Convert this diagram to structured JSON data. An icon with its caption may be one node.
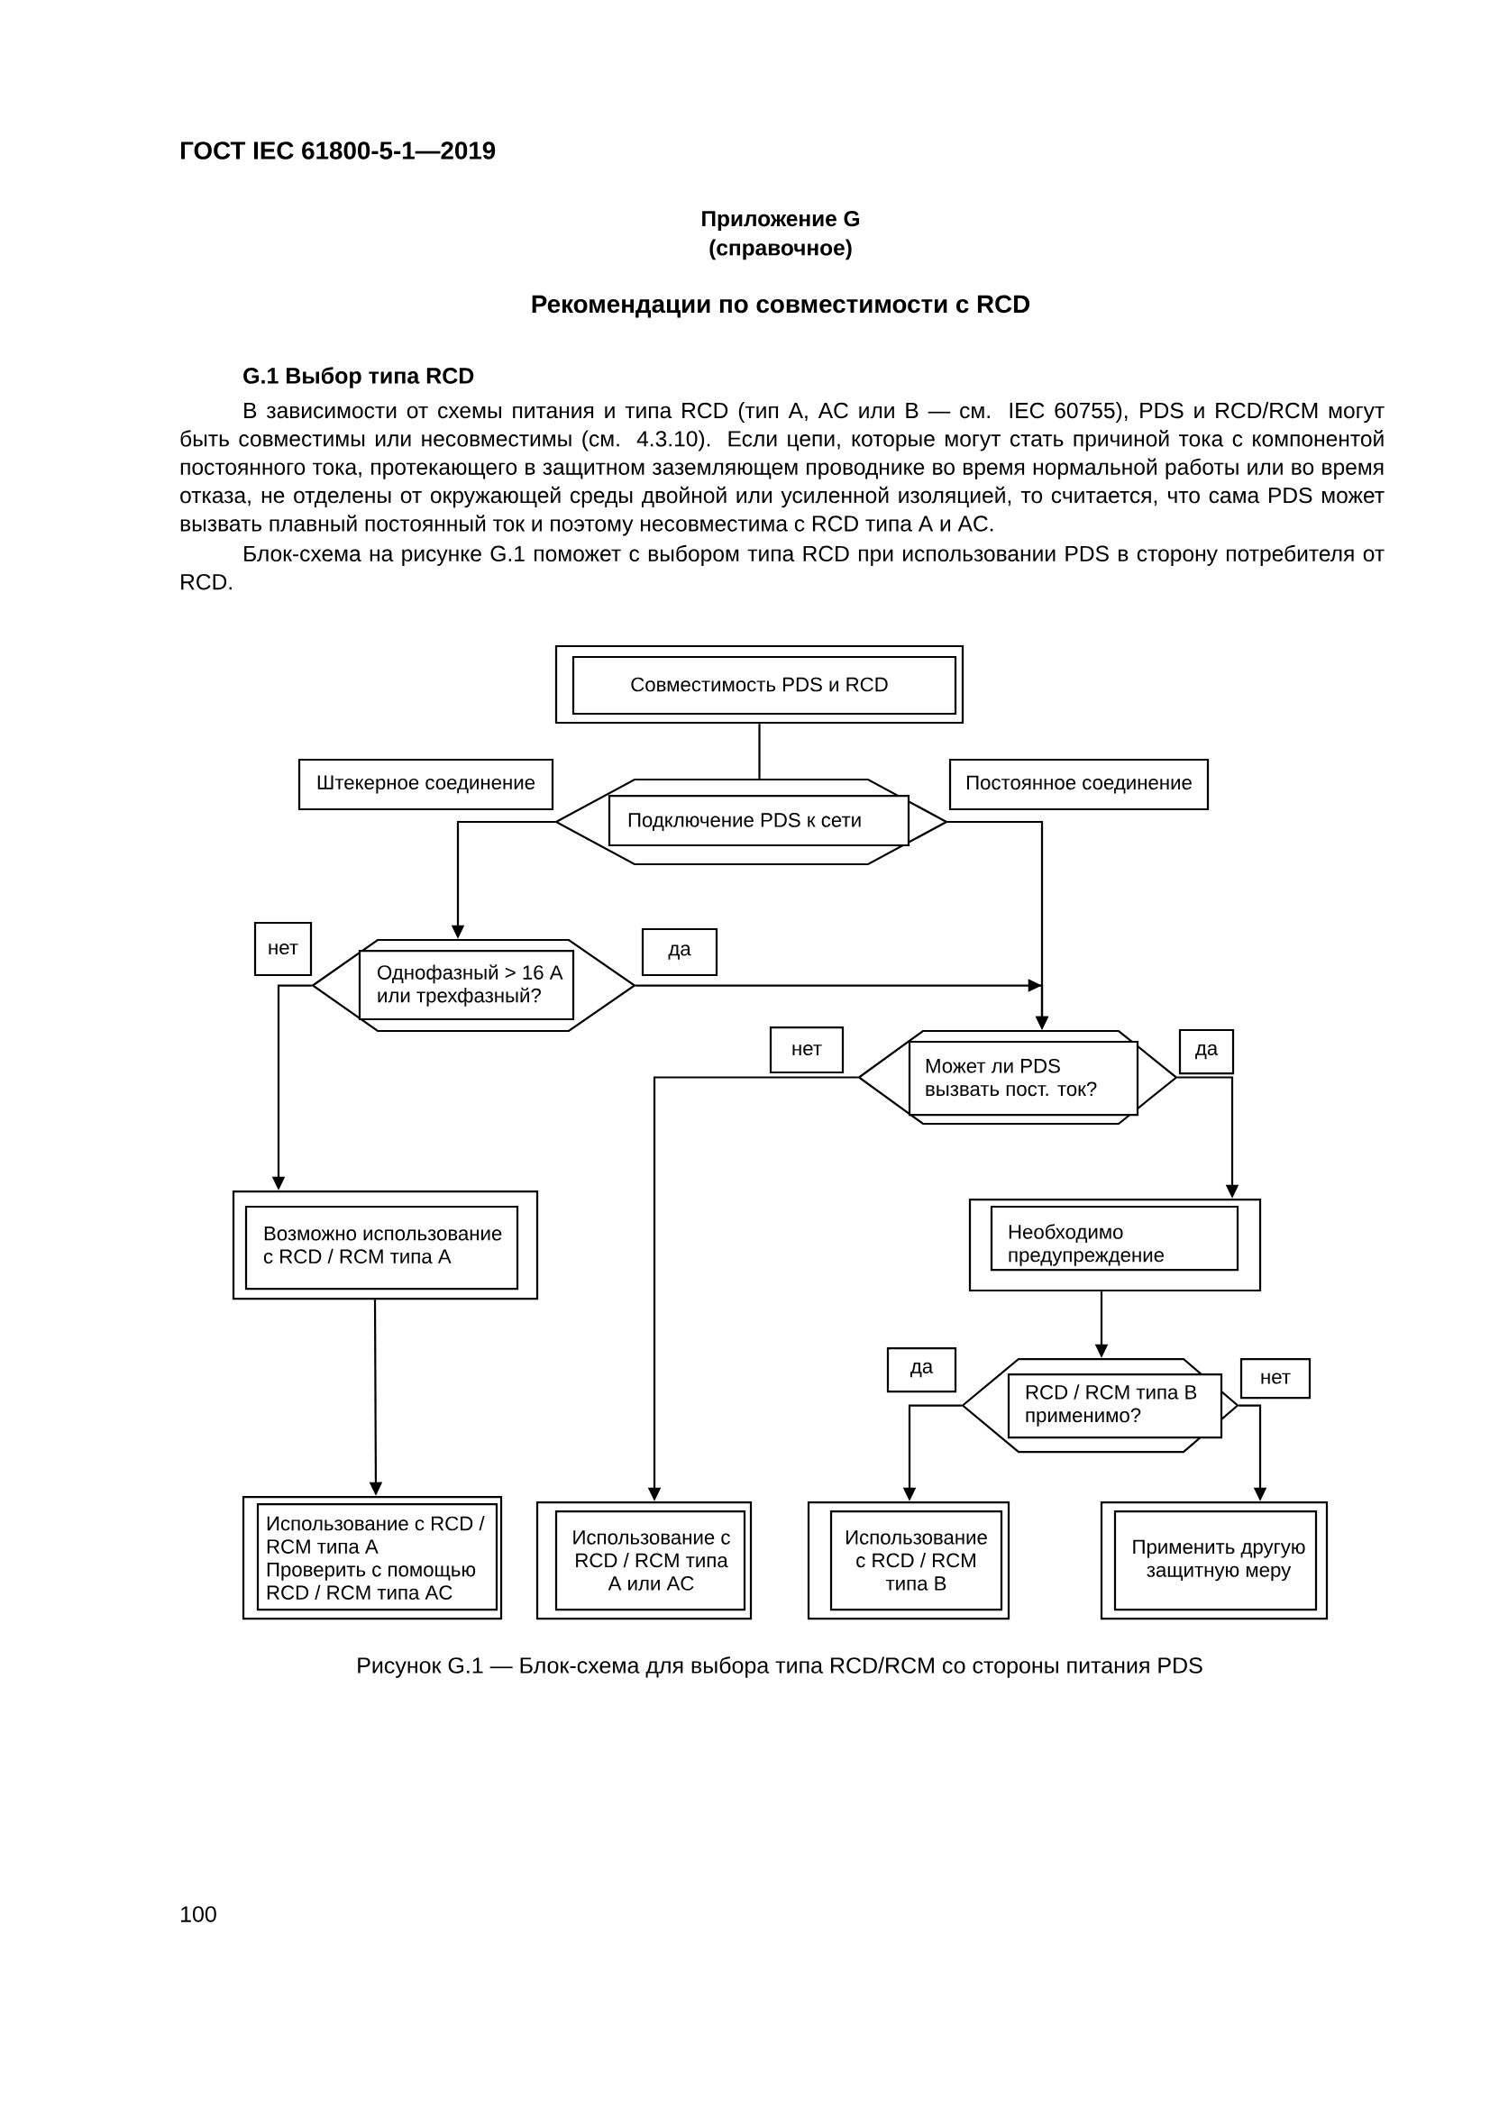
{
  "diagram": {
    "title": "Рекомендации по совместимости с RCD",
    "caption": "Рисунок G.1 — Блок-схема для выбора типа RCD/RCM со стороны питания PDS",
    "nodes": [
      {
        "text": [
          "Совместимость PDS и RCD"
        ]
      },
      {
        "text": [
          "Штекерное соединение"
        ]
      },
      {
        "text": [
          "Подключение PDS к сети"
        ]
      },
      {
        "text": [
          "Постоянное соединение"
        ]
      },
      {
        "text": [
          "нет"
        ]
      },
      {
        "text": [
          "Однофазный > 16 A или трехфазный?"
        ]
      },
      {
        "text": [
          "да"
        ]
      },
      {
        "text": [
          "нет"
        ]
      },
      {
        "text": [
          "Может ли PDS вызвать пост. ток?"
        ]
      },
      {
        "text": [
          "да"
        ]
      },
      {
        "text": [
          "Возможно использование с RCD / RCM типа A"
        ]
      },
      {
        "text": [
          "Необходимо предупреждение"
        ]
      },
      {
        "text": [
          "да"
        ]
      },
      {
        "text": [
          "RCD / RCM типа B применимо?"
        ]
      },
      {
        "text": [
          "нет"
        ]
      },
      {
        "text": [
          "Использование с RCD / RCM типа A",
          "Проверить с помощью RCD / RCM типа AC"
        ]
      },
      {
        "text": [
          "Использование с RCD / RCM типа A или AC"
        ]
      },
      {
        "text": [
          "Использование с RCD / RCM типа B"
        ]
      },
      {
        "text": [
          "Применить другую защитную меру"
        ]
      }
    ],
    "edges": [
      {
        "from": 0,
        "to": 2,
        "arrow": "none"
      },
      {
        "from": 2,
        "to": 5,
        "arrow": "to"
      },
      {
        "from": 2,
        "to": 8,
        "arrow": "to"
      },
      {
        "from": 5,
        "to": 8,
        "arrow": "to"
      },
      {
        "from": 5,
        "to": 10,
        "arrow": "to"
      },
      {
        "from": 8,
        "to": 16,
        "arrow": "to"
      },
      {
        "from": 8,
        "to": 11,
        "arrow": "to"
      },
      {
        "from": 10,
        "to": 15,
        "arrow": "to"
      },
      {
        "from": 11,
        "to": 13,
        "arrow": "to"
      },
      {
        "from": 13,
        "to": 17,
        "arrow": "to"
      },
      {
        "from": 13,
        "to": 18,
        "arrow": "to"
      }
    ],
    "labels": [
      "ГОСТ IEC 61800-5-1—2019",
      "Приложение G",
      "(справочное)",
      "G.1 Выбор типа RCD",
      "В зависимости от схемы питания и типа RCD (тип A, AC или B — см. IEC 60755), PDS и RCD/RCM могут быть совместимы или несовместимы (см. 4.3.10). Если цепи, которые могут стать причиной тока с компонентой постоянного тока, протекающего в защитном заземляющем проводнике во время нормальной работы или во время отказа, не отделены от окружающей среды двойной или усиленной изоляцией, то считается, что сама PDS может вызвать плавный постоянный ток и поэтому несовместима с RCD типа A и AC.",
      "Блок-схема на рисунке G.1 поможет с выбором типа RCD при использовании PDS в сторону потребителя от RCD.",
      "100"
    ]
  }
}
